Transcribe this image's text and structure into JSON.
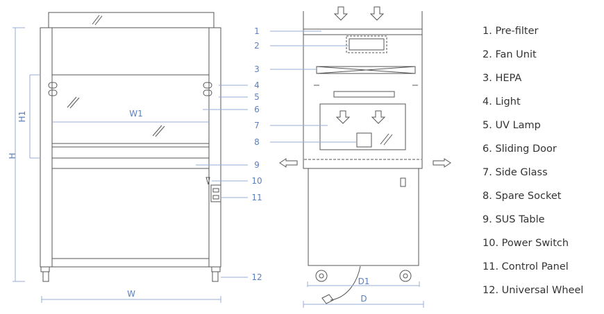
{
  "colors": {
    "line": "#555555",
    "dimension": "#5b7fc0",
    "text": "#333333"
  },
  "front_view": {
    "dimensions": {
      "height": "H",
      "window_height": "H1",
      "inner_width": "W1",
      "width": "W"
    }
  },
  "side_view": {
    "callout_numbers": [
      "1",
      "2",
      "3",
      "4",
      "5",
      "6",
      "7",
      "8",
      "9",
      "10",
      "11",
      "12"
    ],
    "dimensions": {
      "caster_depth": "D1",
      "depth": "D"
    }
  },
  "legend": [
    "1. Pre-filter",
    "2. Fan Unit",
    "3. HEPA",
    "4. Light",
    "5. UV Lamp",
    "6. Sliding Door",
    "7. Side Glass",
    "8. Spare Socket",
    "9. SUS Table",
    "10. Power Switch",
    "11. Control Panel",
    "12. Universal Wheel"
  ]
}
